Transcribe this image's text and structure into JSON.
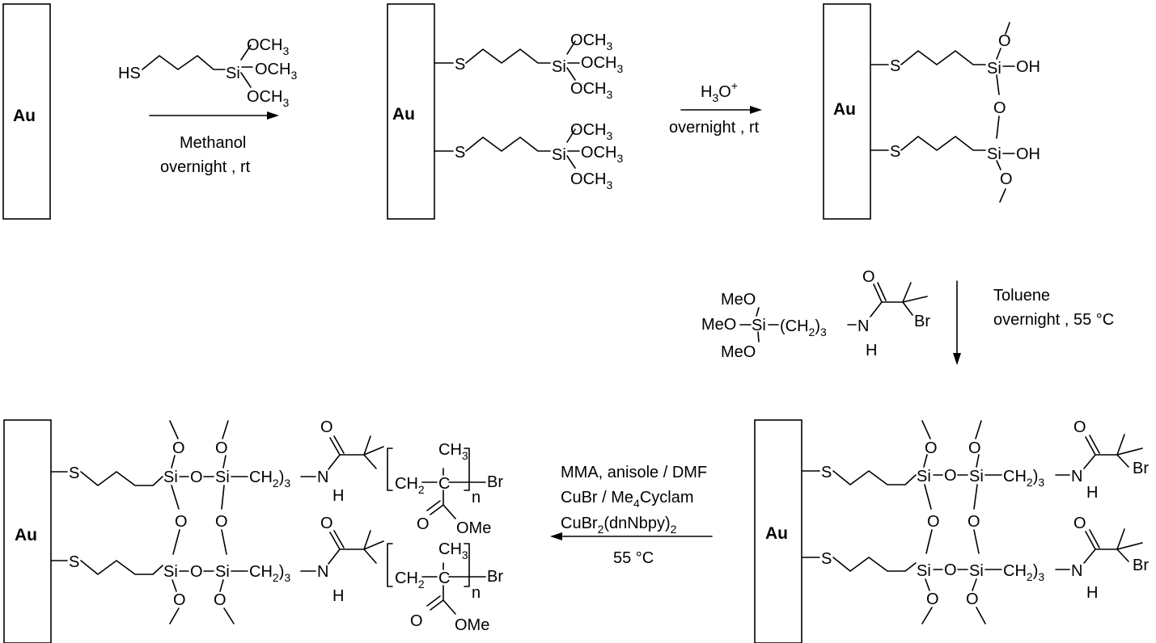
{
  "gold_label": "Au",
  "step1": {
    "reagent_sh": "HS",
    "reagent_si": "Si",
    "ome_1": "OCH",
    "ome_1_sub": "3",
    "ome_2": "OCH",
    "ome_2_sub": "3",
    "ome_3": "OCH",
    "ome_3_sub": "3",
    "condition_1": "Methanol",
    "condition_2": "overnight , rt"
  },
  "step2": {
    "reagent": "H",
    "reagent_sub": "3",
    "reagent_tail": "O",
    "reagent_sup": "+",
    "condition": "overnight , rt"
  },
  "step3": {
    "condition_1": "Toluene",
    "condition_2": "overnight , 55 °C",
    "meo_1": "MeO",
    "meo_2": "MeO",
    "meo_3": "MeO",
    "si": "Si",
    "chain": "(CH",
    "chain_sub1": "2",
    "chain_close": ")",
    "chain_sub2": "3",
    "n": "N",
    "h": "H",
    "o": "O",
    "br": "Br"
  },
  "step4": {
    "condition_1": "MMA, anisole / DMF",
    "condition_2a": "CuBr / Me",
    "condition_2_sub": "4",
    "condition_2b": "Cyclam",
    "condition_3a": "CuBr",
    "condition_3_sub": "2",
    "condition_3b": "(dnNbpy)",
    "condition_3_sub2": "2",
    "condition_4": "55 °C"
  },
  "atoms": {
    "s": "S",
    "si": "Si",
    "o": "O",
    "oh": "OH",
    "n": "N",
    "h": "H",
    "br": "Br",
    "ch3": "CH",
    "ch3_sub": "3",
    "ch2": "CH",
    "ch2_sub": "2",
    "c": "C",
    "ome": "OMe",
    "n_index": "n"
  }
}
